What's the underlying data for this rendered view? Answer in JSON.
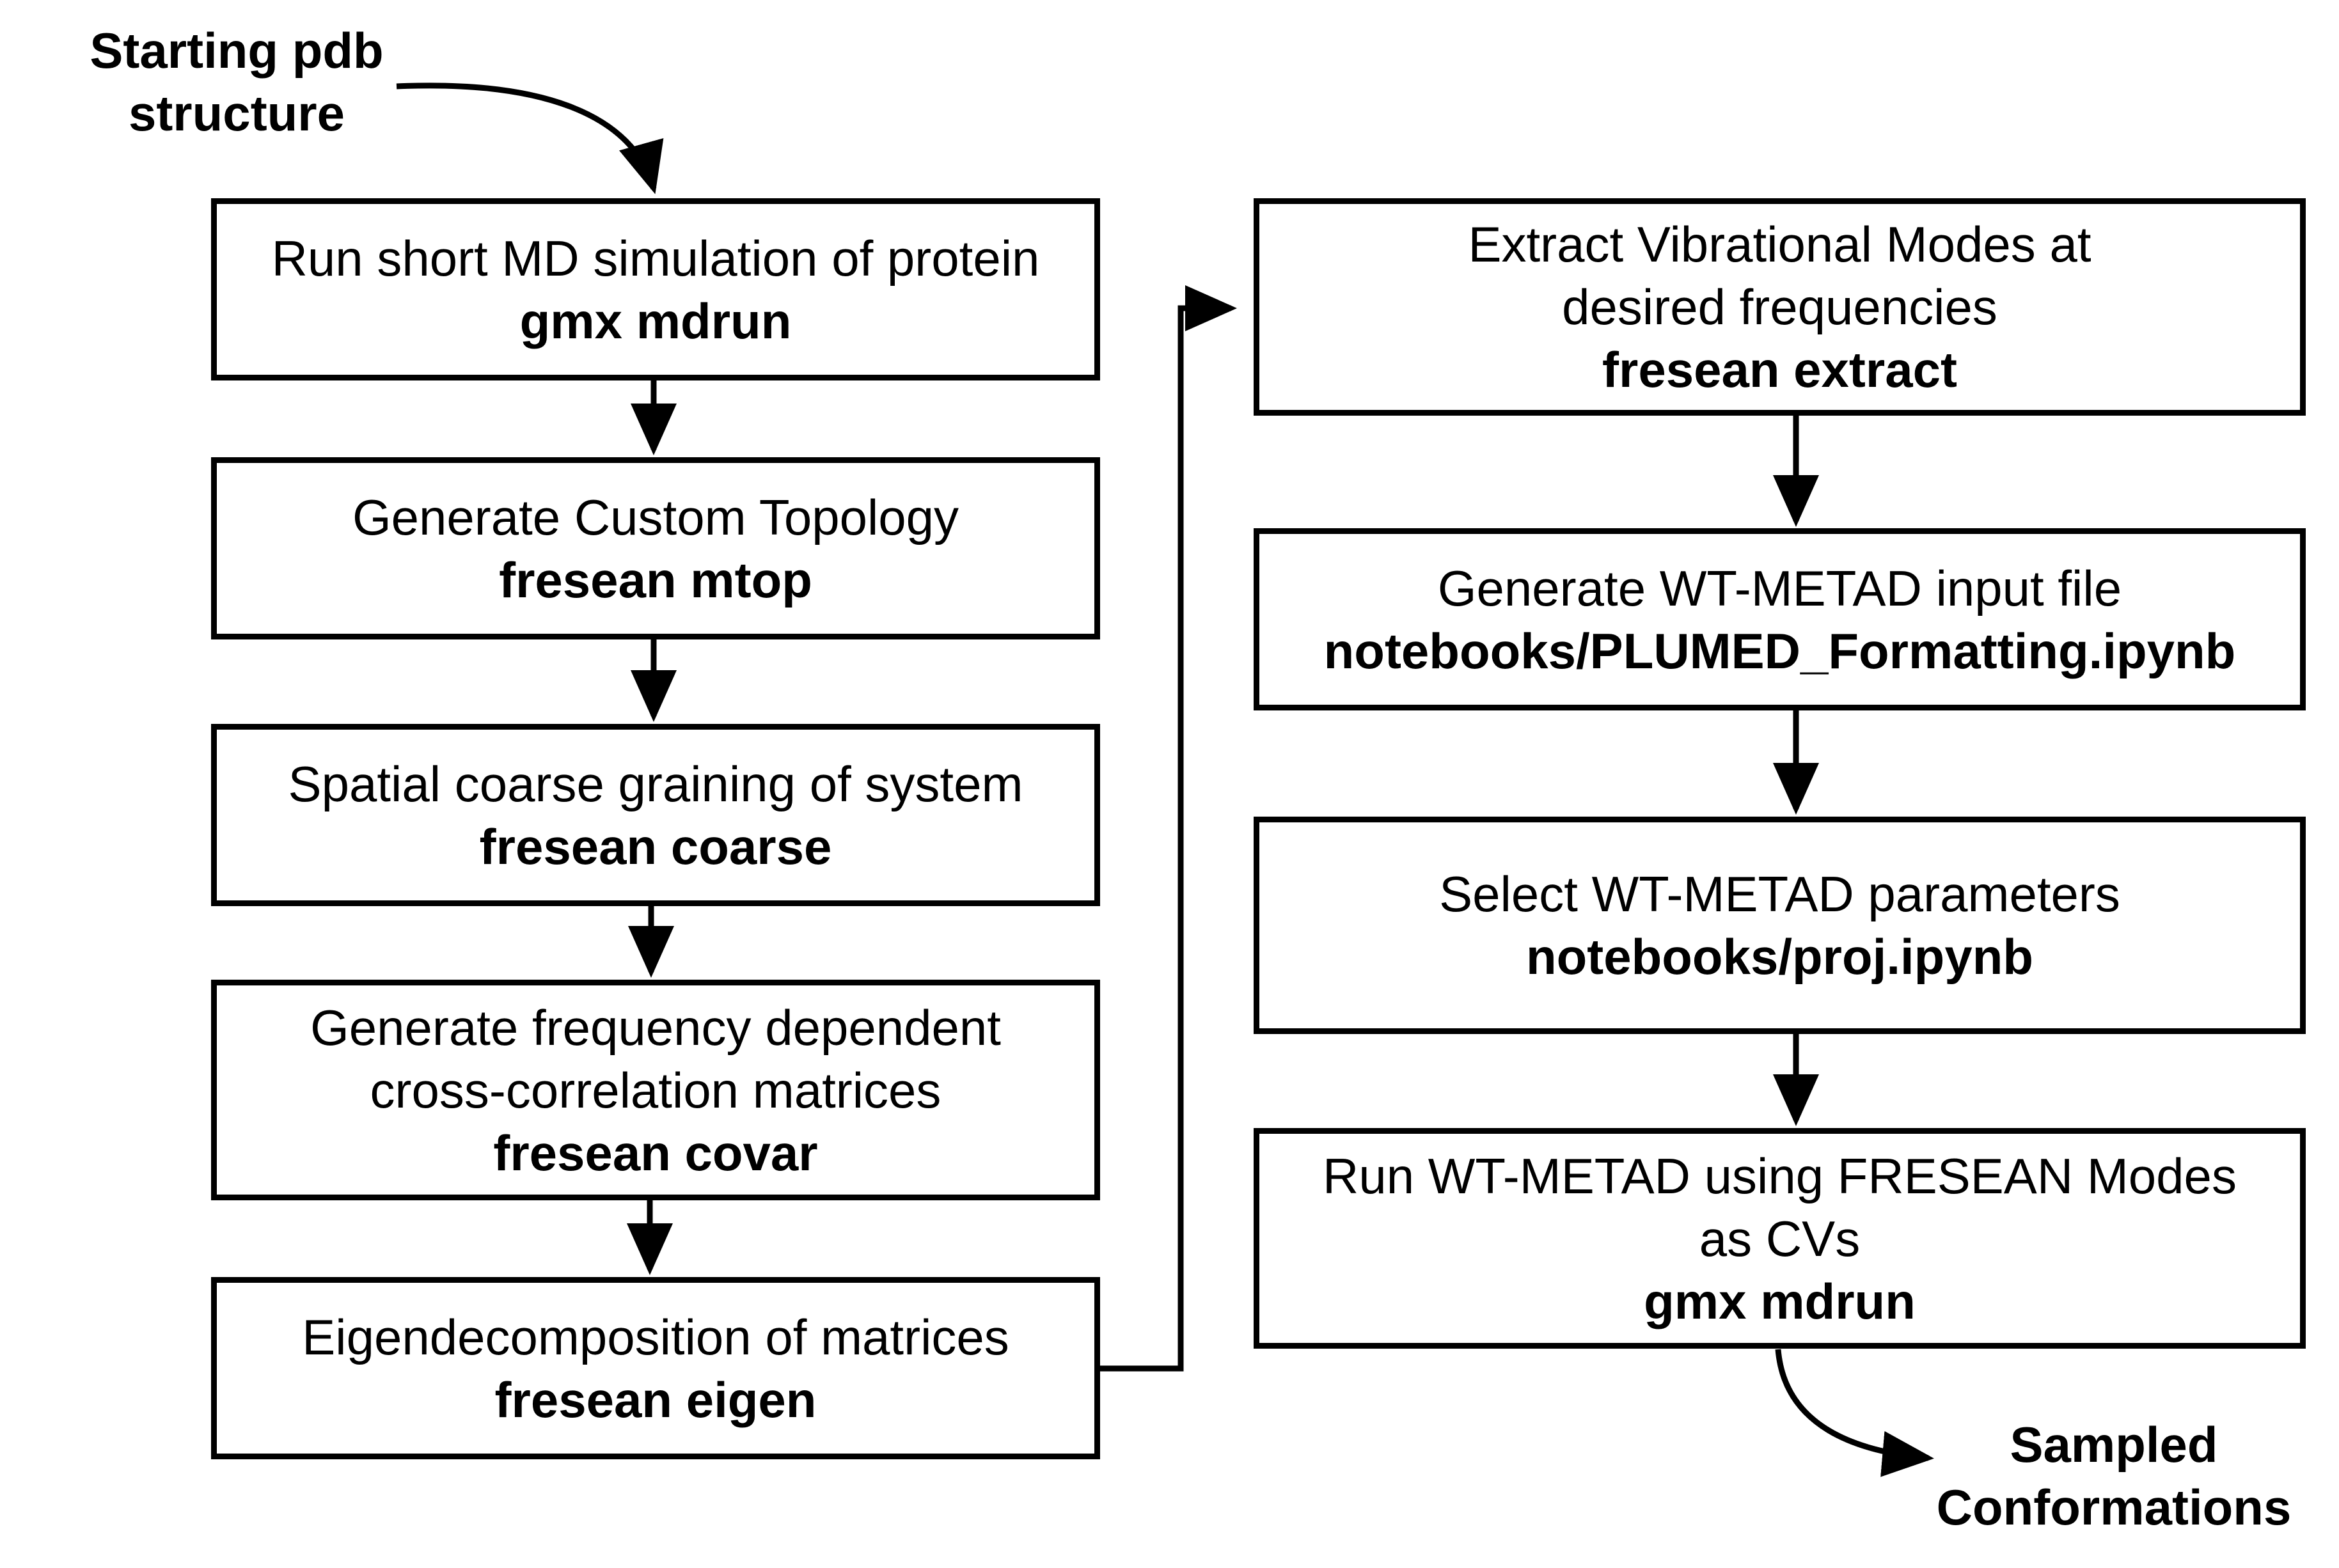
{
  "start": {
    "lines": [
      "Starting pdb",
      "structure"
    ]
  },
  "end": {
    "lines": [
      "Sampled",
      "Conformations"
    ]
  },
  "left_column": [
    {
      "lines": [
        "Run short MD simulation of protein"
      ],
      "command": "gmx mdrun"
    },
    {
      "lines": [
        "Generate Custom Topology"
      ],
      "command": "fresean mtop"
    },
    {
      "lines": [
        "Spatial coarse graining of system"
      ],
      "command": "fresean coarse"
    },
    {
      "lines": [
        "Generate frequency dependent",
        "cross-correlation matrices"
      ],
      "command": "fresean covar"
    },
    {
      "lines": [
        "Eigendecomposition of matrices"
      ],
      "command": "fresean eigen"
    }
  ],
  "right_column": [
    {
      "lines": [
        "Extract Vibrational Modes at",
        "desired frequencies"
      ],
      "command": "fresean extract"
    },
    {
      "lines": [
        "Generate WT-METAD input file"
      ],
      "command": "notebooks/PLUMED_Formatting.ipynb"
    },
    {
      "lines": [
        "Select WT-METAD parameters"
      ],
      "command": "notebooks/proj.ipynb"
    },
    {
      "lines": [
        "Run WT-METAD using FRESEAN Modes",
        "as CVs"
      ],
      "command": "gmx mdrun"
    }
  ]
}
